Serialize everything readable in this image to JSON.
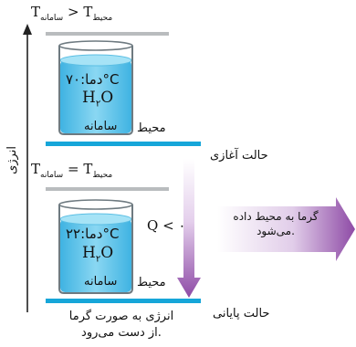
{
  "axis_label": "انرژی",
  "top_state": {
    "condition": {
      "left_symbol": "T",
      "left_sub": "سامانه",
      "op": ">",
      "right_symbol": "T",
      "right_sub": "محیط"
    },
    "beaker": {
      "temp_label": "دما:",
      "temp_value": "۷۰°C",
      "formula_main": "H",
      "formula_sub": "۲",
      "formula_tail": "O"
    },
    "system_label": "سامانه",
    "surroundings_label": "محیط",
    "state_label": "حالت آغازی"
  },
  "bottom_state": {
    "condition": {
      "left_symbol": "T",
      "left_sub": "سامانه",
      "op": "=",
      "right_symbol": "T",
      "right_sub": "محیط"
    },
    "beaker": {
      "temp_label": "دما:",
      "temp_value": "۲۲°C",
      "formula_main": "H",
      "formula_sub": "۲",
      "formula_tail": "O"
    },
    "system_label": "سامانه",
    "surroundings_label": "محیط",
    "state_label": "حالت پایانی"
  },
  "q_label": "Q < ۰",
  "heat_arrow_text_line1": "گرما به محیط داده",
  "heat_arrow_text_line2": "می‌شود.",
  "loss_text_line1": "انرژی به صورت گرما",
  "loss_text_line2": "از دست می‌رود.",
  "colors": {
    "gray_bar": "#b9bcbe",
    "blue_bar": "#16a6d9",
    "water": "#62c6ea",
    "water_top": "#a6e3f6",
    "arrow_purple": "#8e4ba6",
    "axis": "#222222"
  },
  "icons": [
    "axis-arrow-icon",
    "down-arrow-icon",
    "heat-arrow-icon",
    "beaker-icon"
  ]
}
